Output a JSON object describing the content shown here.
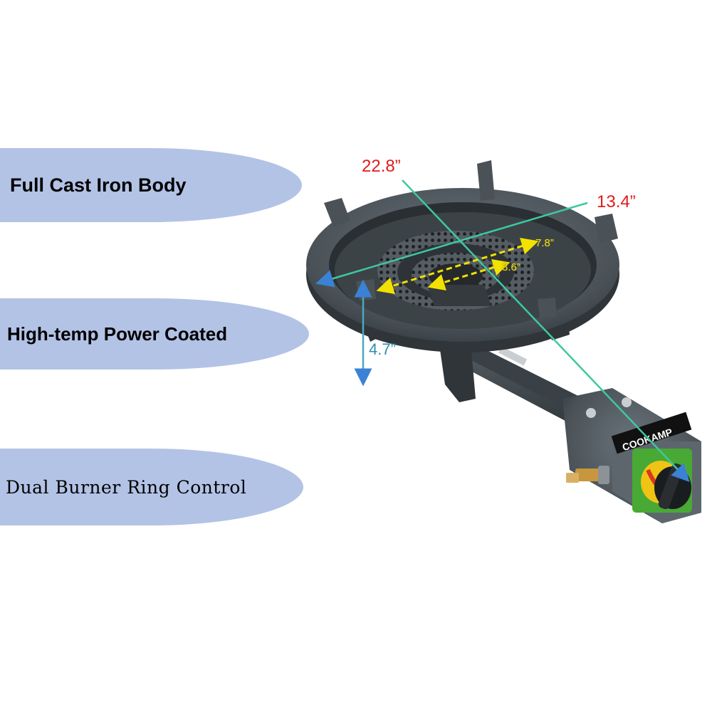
{
  "features": [
    {
      "label": "Full Cast Iron Body"
    },
    {
      "label": "High-temp Power Coated"
    },
    {
      "label": "Dual Burner Ring Control"
    }
  ],
  "dimensions": {
    "diagonal": "22.8”",
    "width": "13.4”",
    "outer_ring": "7.8”",
    "inner_ring": "3.6”",
    "height": "4.7”"
  },
  "product": {
    "brand": "COOKAMP"
  },
  "colors": {
    "pill": "#b3c3e6",
    "body": "#4a5258",
    "dim_red": "#e01b1b",
    "dim_blue": "#2d8fb0",
    "dim_yellow": "#f3e100",
    "arrow_green": "#3fc8a0"
  }
}
